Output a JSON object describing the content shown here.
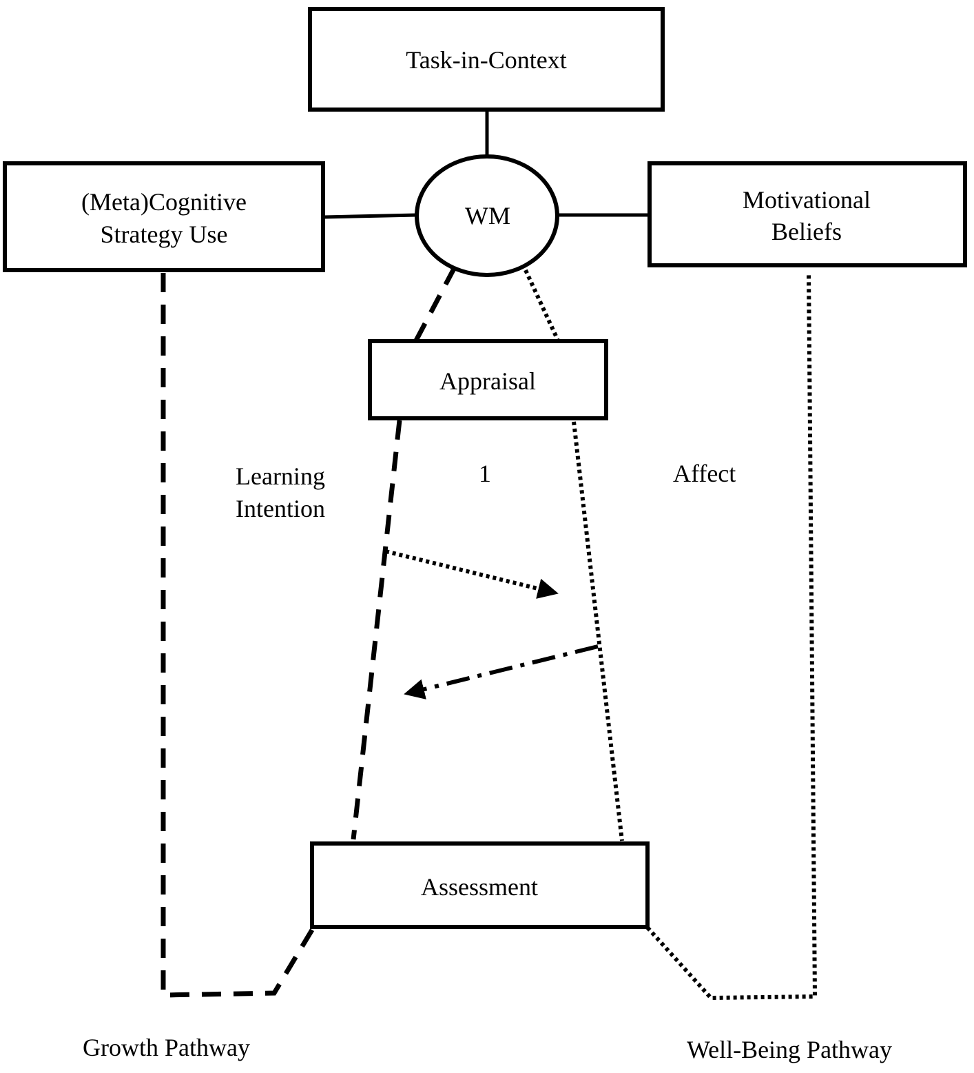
{
  "nodes": {
    "task": "Task-in-Context",
    "wm": "WM",
    "cognitive": [
      "(Meta)Cognitive",
      "Strategy Use"
    ],
    "motivational": [
      "Motivational",
      "Beliefs"
    ],
    "appraisal": "Appraisal",
    "assessment": "Assessment"
  },
  "labels": {
    "learning_intention": [
      "Learning",
      "Intention"
    ],
    "one": "1",
    "affect": "Affect",
    "growth_pathway": "Growth Pathway",
    "wellbeing_pathway": "Well-Being Pathway"
  },
  "line_styles": {
    "growth": "dashed",
    "wellbeing": "dotted",
    "learning_to_affect_arrow": "dotted",
    "affect_to_learning_arrow": "dash-dot"
  }
}
